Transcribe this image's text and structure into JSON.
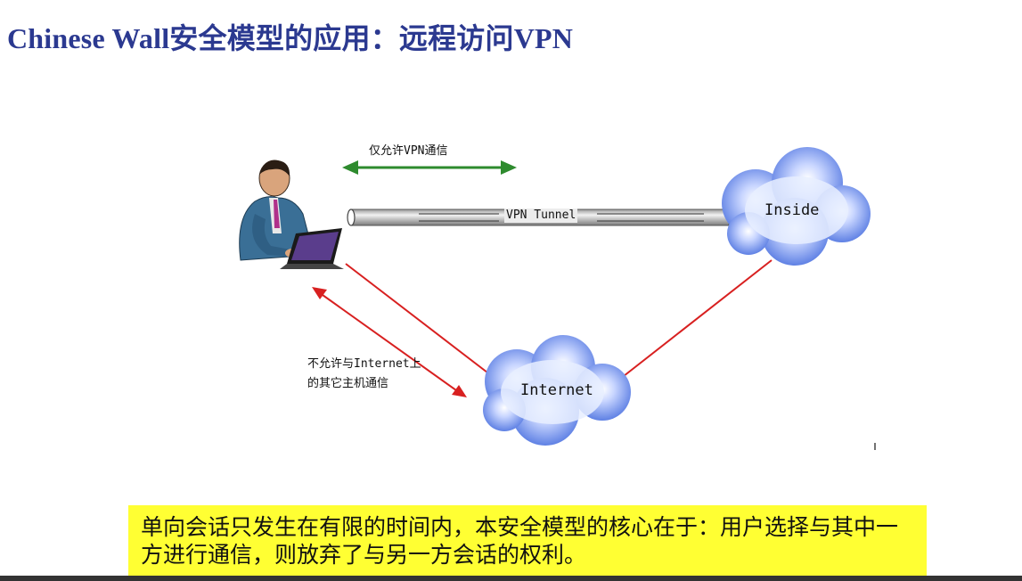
{
  "slide": {
    "title": "Chinese Wall安全模型的应用：远程访问VPN",
    "note": "单向会话只发生在有限的时间内，本安全模型的核心在于：用户选择与其中一方进行通信，则放弃了与另一方会话的权利。"
  },
  "diagram": {
    "allow_label": "仅允许VPN通信",
    "tunnel_label": "VPN Tunnel",
    "inside_label": "Inside",
    "internet_label": "Internet",
    "deny_label": "不允许与Internet上的其它主机通信"
  },
  "colors": {
    "title": "#2b3990",
    "allow_arrow": "#2e8b2e",
    "deny_arrow": "#d82020",
    "cloud": "#6f8fe8",
    "note_background": "#ffff33"
  }
}
